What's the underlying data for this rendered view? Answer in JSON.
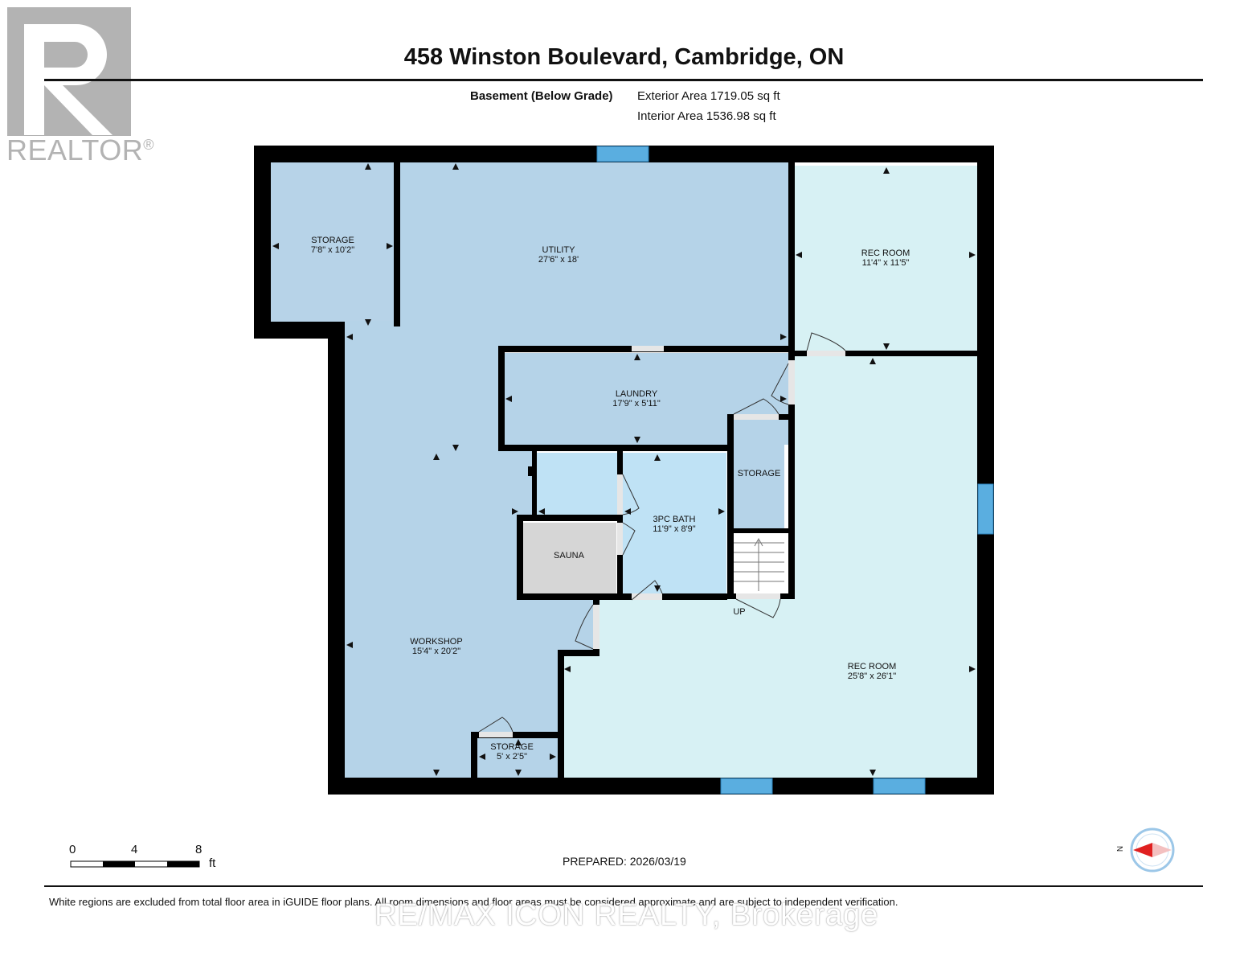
{
  "header": {
    "title": "458 Winston Boulevard, Cambridge, ON",
    "level": "Basement (Below Grade)",
    "exterior_area": "Exterior Area 1719.05 sq ft",
    "interior_area": "Interior Area 1536.98 sq ft"
  },
  "logo": {
    "text": "REALTOR",
    "mark": "®",
    "icon": "realtor-r-logo"
  },
  "rooms": {
    "storage_nw": {
      "name": "STORAGE",
      "dims": "7'8\" x 10'2\""
    },
    "utility": {
      "name": "UTILITY",
      "dims": "27'6\" x 18'"
    },
    "rec_room_ne": {
      "name": "REC ROOM",
      "dims": "11'4\" x 11'5\""
    },
    "laundry": {
      "name": "LAUNDRY",
      "dims": "17'9\" x 5'11\""
    },
    "storage_mid": {
      "name": "STORAGE"
    },
    "bath": {
      "name": "3PC BATH",
      "dims": "11'9\" x 8'9\""
    },
    "sauna": {
      "name": "SAUNA"
    },
    "workshop": {
      "name": "WORKSHOP",
      "dims": "15'4\" x 20'2\""
    },
    "rec_room_main": {
      "name": "REC ROOM",
      "dims": "25'8\" x 26'1\""
    },
    "storage_small": {
      "name": "STORAGE",
      "dims": "5' x 2'5\""
    },
    "stairs": {
      "label": "UP"
    }
  },
  "scale": {
    "ticks": [
      "0",
      "4",
      "8"
    ],
    "unit": "ft"
  },
  "compass": {
    "label": "N",
    "icon": "compass-icon"
  },
  "footer": {
    "prepared": "PREPARED: 2026/03/19",
    "disclaimer": "White regions are excluded from total floor area in iGUIDE floor plans. All room dimensions and floor areas must be considered approximate and are subject to independent verification.",
    "brokerage": "RE/MAX ICON REALTY, Brokerage"
  },
  "colors": {
    "wall": "#000000",
    "room_blue": "#b5d3e8",
    "room_light_blue": "#bfe2f5",
    "rec_room": "#d7f1f4",
    "sauna": "#d6d6d6",
    "window": "#5aaee0",
    "logo_gray": "#b3b3b3",
    "compass_red": "#e02020"
  }
}
